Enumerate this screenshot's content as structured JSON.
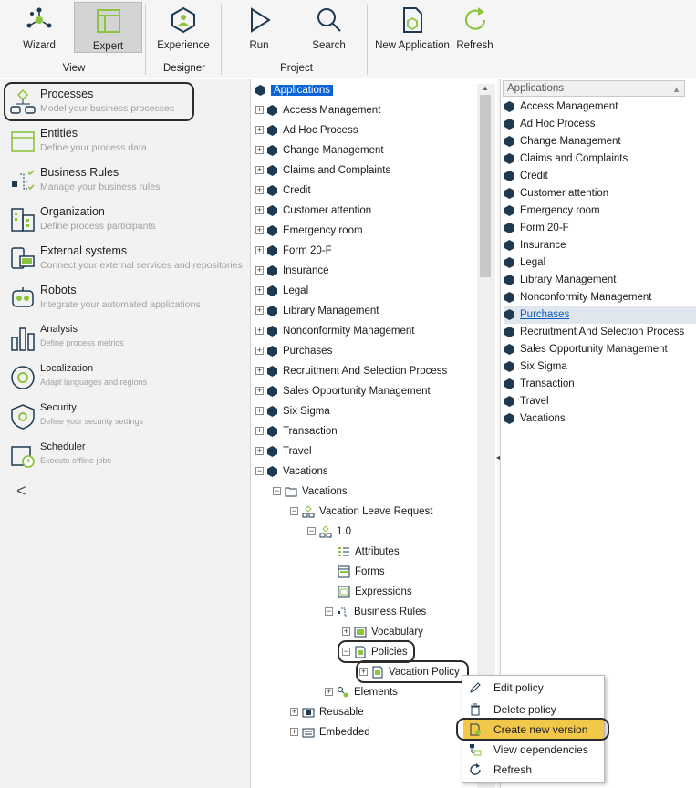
{
  "ribbon": {
    "buttons": [
      {
        "id": "wizard",
        "label": "Wizard"
      },
      {
        "id": "expert",
        "label": "Expert"
      },
      {
        "id": "experience",
        "label": "Experience"
      },
      {
        "id": "run",
        "label": "Run"
      },
      {
        "id": "search",
        "label": "Search"
      },
      {
        "id": "new_application",
        "label": "New Application"
      },
      {
        "id": "refresh",
        "label": "Refresh"
      }
    ],
    "groups": {
      "view": "View",
      "designer": "Designer",
      "project": "Project"
    }
  },
  "nav": {
    "items": [
      {
        "title": "Processes",
        "subtitle": "Model your business processes"
      },
      {
        "title": "Entities",
        "subtitle": "Define your process data"
      },
      {
        "title": "Business Rules",
        "subtitle": "Manage your business rules"
      },
      {
        "title": "Organization",
        "subtitle": "Define process participants"
      },
      {
        "title": "External systems",
        "subtitle": "Connect your external services and repositories"
      },
      {
        "title": "Robots",
        "subtitle": "Integrate your automated applications"
      },
      {
        "title": "Analysis",
        "subtitle": "Define process metrics"
      },
      {
        "title": "Localization",
        "subtitle": "Adapt languages and regions"
      },
      {
        "title": "Security",
        "subtitle": "Define your security settings"
      },
      {
        "title": "Scheduler",
        "subtitle": "Execute offline jobs"
      }
    ],
    "collapse_glyph": "<"
  },
  "tree": {
    "root": "Applications",
    "apps": [
      "Access Management",
      "Ad Hoc Process",
      "Change Management",
      "Claims and Complaints",
      "Credit",
      "Customer attention",
      "Emergency room",
      "Form 20-F",
      "Insurance",
      "Legal",
      "Library Management",
      "Nonconformity Management",
      "Purchases",
      "Recruitment And Selection Process",
      "Sales Opportunity Management",
      "Six Sigma",
      "Transaction",
      "Travel",
      "Vacations"
    ],
    "vacations_folder": "Vacations",
    "process": "Vacation Leave Request",
    "version": "1.0",
    "version_children": [
      "Attributes",
      "Forms",
      "Expressions",
      "Business Rules"
    ],
    "rules_children": [
      "Vocabulary",
      "Policies"
    ],
    "policy": "Vacation Policy",
    "elements": "Elements",
    "reusable": "Reusable",
    "embedded": "Embedded"
  },
  "list": {
    "header": "Applications",
    "items": [
      "Access Management",
      "Ad Hoc Process",
      "Change Management",
      "Claims and Complaints",
      "Credit",
      "Customer attention",
      "Emergency room",
      "Form 20-F",
      "Insurance",
      "Legal",
      "Library Management",
      "Nonconformity Management",
      "Purchases",
      "Recruitment And Selection Process",
      "Sales Opportunity Management",
      "Six Sigma",
      "Transaction",
      "Travel",
      "Vacations"
    ],
    "selected": "Purchases"
  },
  "context_menu": {
    "items": [
      "Edit policy",
      "Delete policy",
      "Create new version",
      "View dependencies",
      "Refresh"
    ],
    "highlighted": "Create new version"
  },
  "colors": {
    "accent_green": "#8cc43f",
    "highlight_yellow": "#f2c84b",
    "selection_blue": "#0a64d8",
    "app_hex": "#1e3a52"
  }
}
